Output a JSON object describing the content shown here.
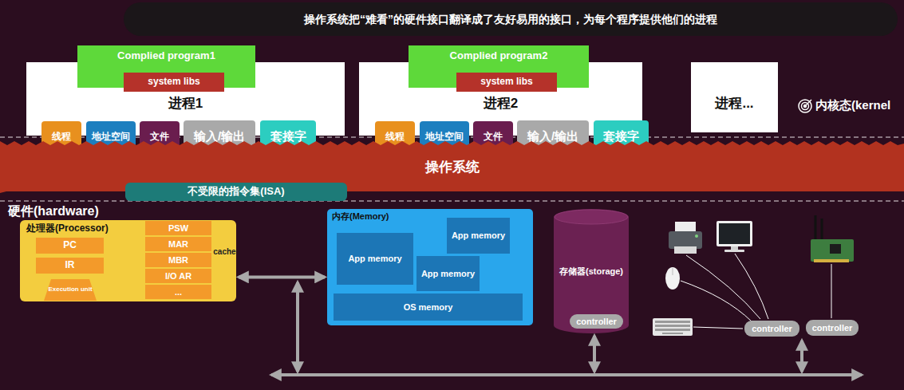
{
  "diagram": {
    "title": "操作系统把“难看”的硬件接口翻译成了友好易用的接口，为每个程序提供他们的进程",
    "nodes": [
      {
        "text": [
          "进程1"
        ]
      },
      {
        "text": [
          "Complied program1"
        ],
        "in": 0
      },
      {
        "text": [
          "system libs"
        ],
        "in": 1
      },
      {
        "text": [
          "线程"
        ],
        "in": 0
      },
      {
        "text": [
          "地址空间"
        ],
        "in": 0
      },
      {
        "text": [
          "文件"
        ],
        "in": 0
      },
      {
        "text": [
          "输入/输出"
        ],
        "in": 0
      },
      {
        "text": [
          "套接字"
        ],
        "in": 0
      },
      {
        "text": [
          "进程2"
        ]
      },
      {
        "text": [
          "Complied program2"
        ],
        "in": 8
      },
      {
        "text": [
          "system libs"
        ],
        "in": 9
      },
      {
        "text": [
          "线程"
        ],
        "in": 8
      },
      {
        "text": [
          "地址空间"
        ],
        "in": 8
      },
      {
        "text": [
          "文件"
        ],
        "in": 8
      },
      {
        "text": [
          "输入/输出"
        ],
        "in": 8
      },
      {
        "text": [
          "套接字"
        ],
        "in": 8
      },
      {
        "text": [
          "进程..."
        ]
      },
      {
        "text": [
          "操作系统"
        ]
      },
      {
        "text": [
          "不受限的指令集(ISA)"
        ],
        "in": 17
      },
      {
        "text": [
          "处理器(Processor)"
        ]
      },
      {
        "text": [
          "PC"
        ],
        "in": 19
      },
      {
        "text": [
          "IR"
        ],
        "in": 19
      },
      {
        "text": [
          "Execution unit"
        ],
        "in": 19
      },
      {
        "text": [
          "PSW"
        ],
        "in": 19
      },
      {
        "text": [
          "MAR"
        ],
        "in": 19
      },
      {
        "text": [
          "MBR"
        ],
        "in": 19
      },
      {
        "text": [
          "I/O AR"
        ],
        "in": 19
      },
      {
        "text": [
          "..."
        ],
        "in": 19
      },
      {
        "text": [
          "cache"
        ],
        "in": 19
      },
      {
        "text": [
          "内存(Memory)"
        ]
      },
      {
        "text": [
          "App memory"
        ],
        "in": 29
      },
      {
        "text": [
          "App memory"
        ],
        "in": 29
      },
      {
        "text": [
          "App memory"
        ],
        "in": 29
      },
      {
        "text": [
          "OS memory"
        ],
        "in": 29
      },
      {
        "text": [
          "存储器(storage)"
        ]
      },
      {
        "text": [
          "controller"
        ],
        "in": 34
      },
      {
        "text": [
          "controller"
        ]
      },
      {
        "text": [
          "controller"
        ]
      }
    ],
    "edges": [
      {
        "from": 19,
        "to": 29,
        "arrow": "both"
      }
    ],
    "labels": [
      "内核态(kernel",
      "硬件(hardware)"
    ]
  }
}
